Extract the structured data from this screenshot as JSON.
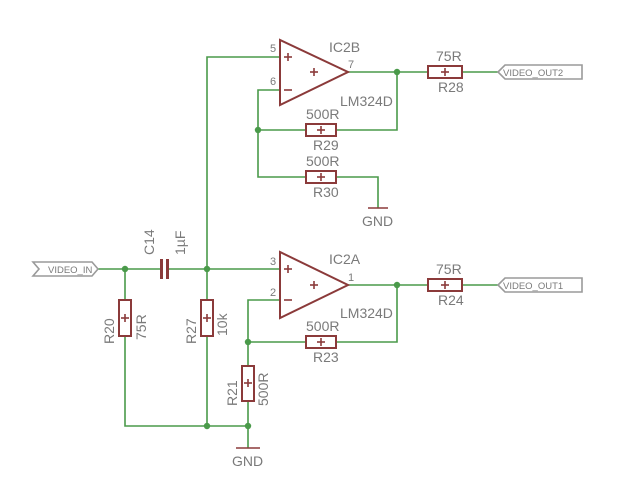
{
  "ports": {
    "video_in": "VIDEO_IN",
    "video_out1": "VIDEO_OUT1",
    "video_out2": "VIDEO_OUT2"
  },
  "opamps": {
    "ic2b": {
      "name": "IC2B",
      "part": "LM324D",
      "pin_plus": "5",
      "pin_minus": "6",
      "pin_out": "7"
    },
    "ic2a": {
      "name": "IC2A",
      "part": "LM324D",
      "pin_plus": "3",
      "pin_minus": "2",
      "pin_out": "1"
    }
  },
  "resistors": {
    "r28": {
      "name": "R28",
      "value": "75R"
    },
    "r29": {
      "name": "R29",
      "value": "500R"
    },
    "r30": {
      "name": "R30",
      "value": "500R"
    },
    "r24": {
      "name": "R24",
      "value": "75R"
    },
    "r23": {
      "name": "R23",
      "value": "500R"
    },
    "r20": {
      "name": "R20",
      "value": "75R"
    },
    "r27": {
      "name": "R27",
      "value": "10k"
    },
    "r21": {
      "name": "R21",
      "value": "500R"
    }
  },
  "capacitors": {
    "c14": {
      "name": "C14",
      "value": "1µF"
    }
  },
  "grounds": {
    "gnd_top": "GND",
    "gnd_bottom": "GND"
  },
  "colors": {
    "wire": "#4a9a4a",
    "component": "#8b3a3a",
    "label": "#7a7a7a"
  }
}
